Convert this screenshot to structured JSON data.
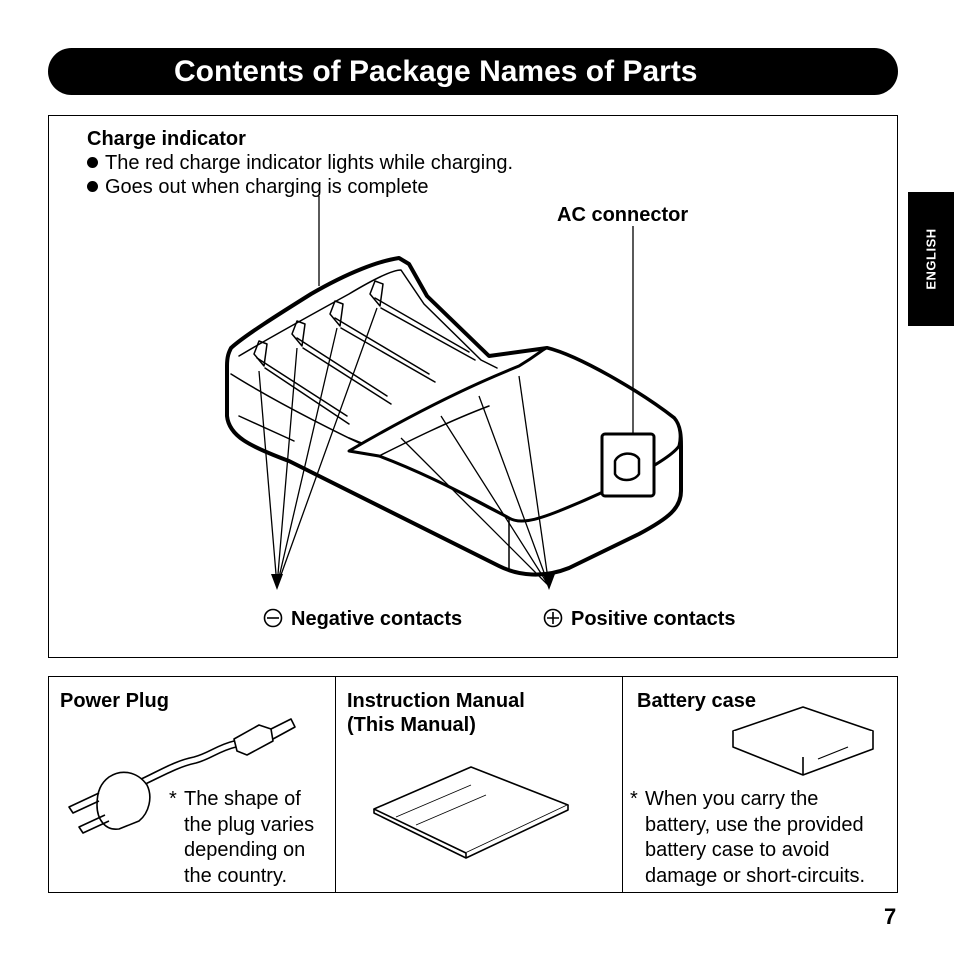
{
  "title": "Contents of Package  Names of Parts",
  "language_tab": "ENGLISH",
  "charger": {
    "charge_indicator": {
      "heading": "Charge indicator",
      "bullets": [
        "The red charge indicator lights while charging.",
        "Goes out when charging is complete"
      ]
    },
    "ac_connector": "AC connector",
    "negative_contacts": "Negative contacts",
    "positive_contacts": "Positive contacts"
  },
  "accessories": {
    "power_plug": {
      "title": "Power Plug",
      "note": [
        "The shape of",
        "the plug varies",
        "depending on",
        "the country."
      ]
    },
    "manual": {
      "title_lines": [
        "Instruction Manual",
        "(This Manual)"
      ]
    },
    "battery_case": {
      "title": "Battery case",
      "note": [
        "When you carry the",
        "battery, use the provided",
        "battery case to avoid",
        "damage or short-circuits."
      ]
    }
  },
  "note_marker": "*",
  "page_number": "7"
}
